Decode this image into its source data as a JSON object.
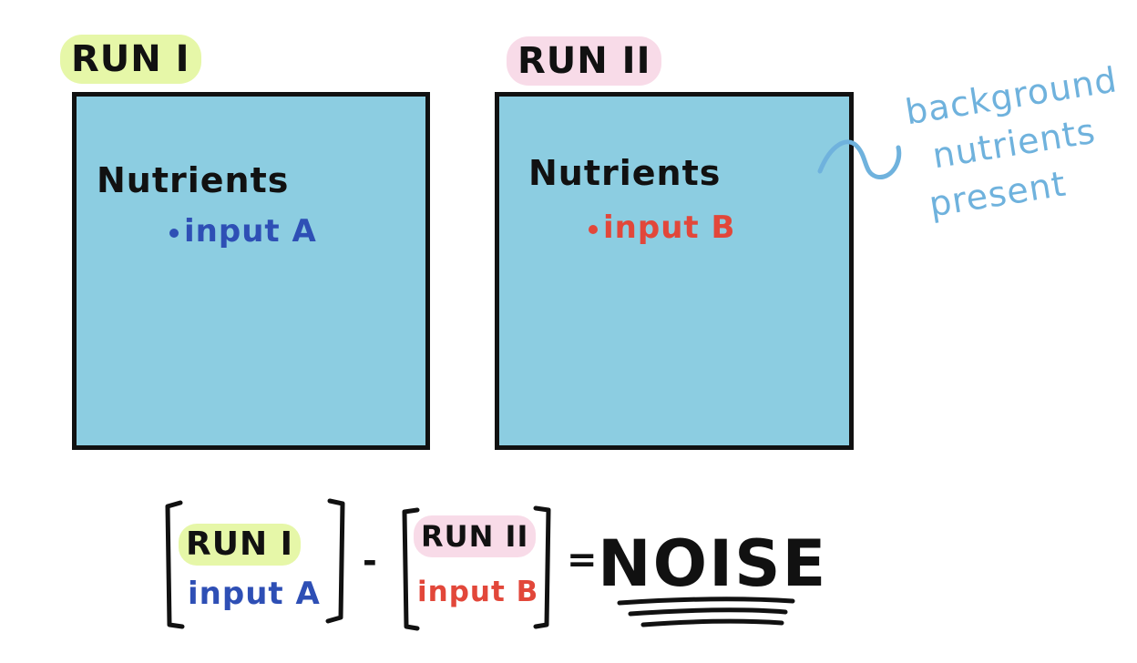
{
  "runs": [
    {
      "title": "RUN I",
      "highlight": "#e6f7a8",
      "nutrients_label": "Nutrients",
      "input": "input A",
      "input_color": "#2e4fb5"
    },
    {
      "title": "RUN II",
      "highlight": "#f8dbe8",
      "nutrients_label": "Nutrients",
      "input": "input B",
      "input_color": "#e2473a"
    }
  ],
  "annotation": {
    "lines": [
      "background",
      "nutrients",
      "present"
    ],
    "color": "#6fb2dd"
  },
  "equation": {
    "left": {
      "title": "RUN I",
      "input": "input A"
    },
    "operator": "-",
    "right": {
      "title": "RUN II",
      "input": "input B"
    },
    "equals": "=",
    "result": "NOISE"
  },
  "colors": {
    "box_fill": "#8ccde1",
    "outline": "#111111"
  }
}
